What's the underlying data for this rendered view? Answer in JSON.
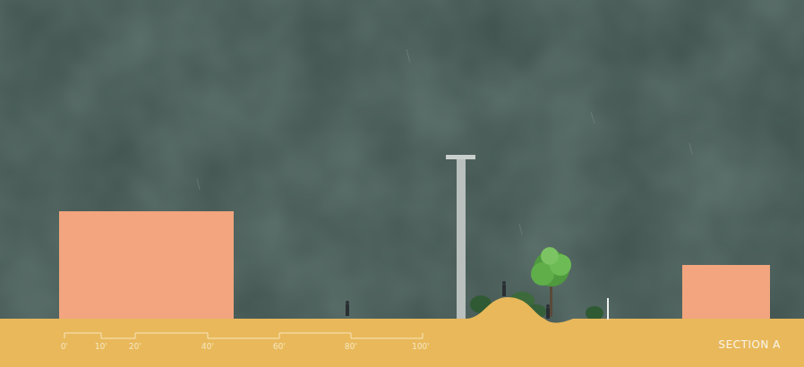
{
  "diagram": {
    "labels": [
      "0'",
      "10'",
      "20'",
      "40'",
      "60'",
      "80'",
      "100'",
      "SECTION A"
    ]
  }
}
